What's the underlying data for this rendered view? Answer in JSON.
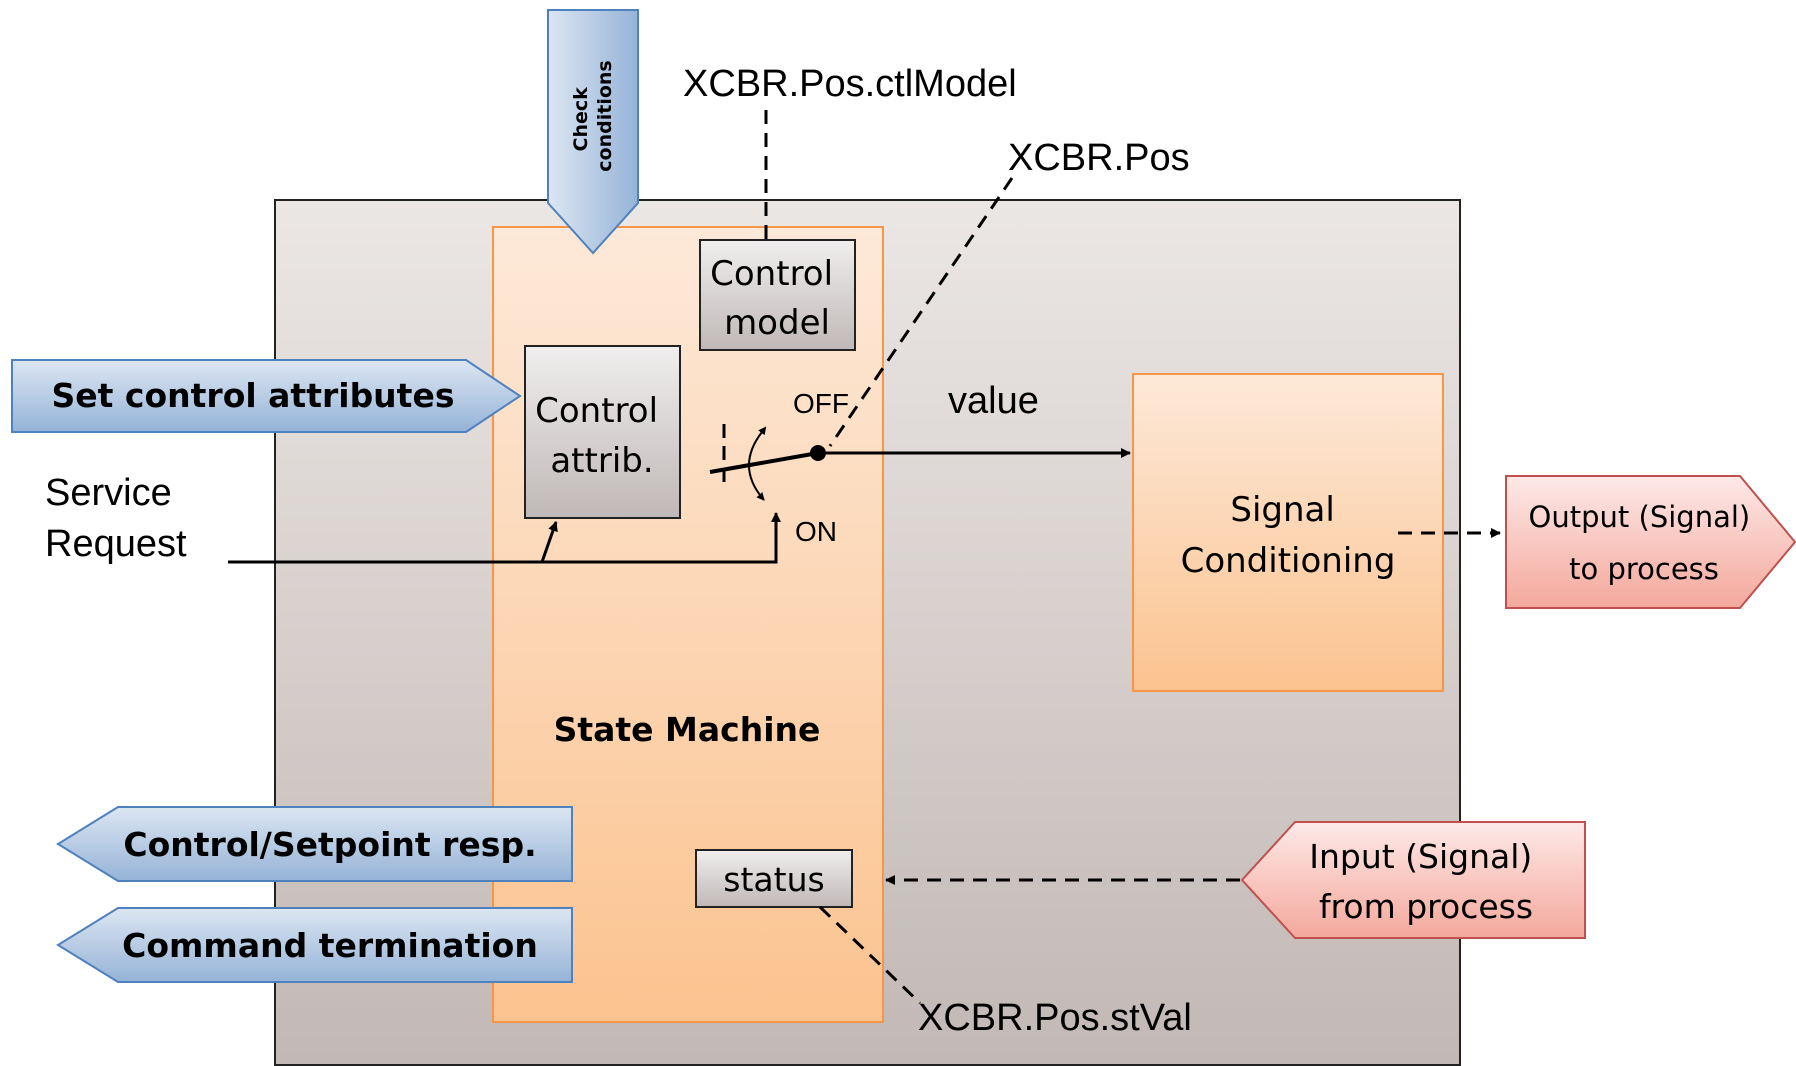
{
  "labels": {
    "check_conditions_line1": "Check",
    "check_conditions_line2": "conditions",
    "ctl_model_ref": "XCBR.Pos.ctlModel",
    "pos_ref": "XCBR.Pos",
    "stval_ref": "XCBR.Pos.stVal",
    "control_model_line1": "Control",
    "control_model_line2": "model",
    "control_attrib_line1": "Control",
    "control_attrib_line2": "attrib.",
    "set_control_attributes": "Set control attributes",
    "service_request_line1": "Service",
    "service_request_line2": "Request",
    "off": "OFF",
    "on": "ON",
    "value": "value",
    "signal_conditioning_line1": "Signal",
    "signal_conditioning_line2": "Conditioning",
    "output_line1": "Output (Signal)",
    "output_line2": "to process",
    "state_machine": "State Machine",
    "control_setpoint_resp": "Control/Setpoint resp.",
    "command_termination": "Command termination",
    "status": "status",
    "input_line1": "Input (Signal)",
    "input_line2": "from process"
  },
  "colors": {
    "outer_box_top": "#ebe7e5",
    "outer_box_bottom": "#c2b8b5",
    "state_machine_top": "#fde9d9",
    "state_machine_bottom": "#fbc38f",
    "orange_border": "#f79646",
    "blue_arrow_top": "#dce6f2",
    "blue_arrow_bottom": "#95b3d7",
    "blue_border": "#4f81bd",
    "red_arrow_top": "#fde9e7",
    "red_arrow_bottom": "#f4a89c",
    "red_border": "#c0504d"
  }
}
